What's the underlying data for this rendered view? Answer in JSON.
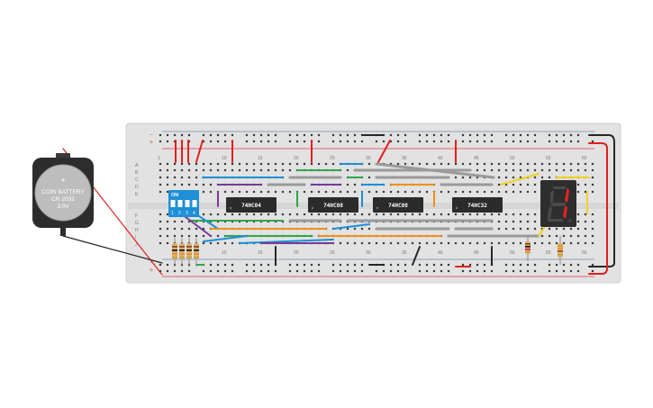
{
  "colors": {
    "board": "#e2e2e2",
    "board_edge": "#d0d0d0",
    "hole": "#3a3a3a",
    "rail_red": "#e03a3a",
    "rail_blue": "#6a8fc4",
    "chip": "#2b2b2b",
    "chip_text": "#ffffff",
    "dip_switch": "#1e8fd8",
    "display_body": "#2e2e2e",
    "segment_on": "#e02424",
    "segment_off": "#4a4a4a",
    "battery_holder": "#2d2d2d",
    "battery_cell": "#bdbdbd",
    "wire_red": "#e02020",
    "wire_black": "#262626",
    "wire_green": "#2ea84a",
    "wire_blue": "#1b8fd6",
    "wire_orange": "#f09018",
    "wire_purple": "#7a3a9a",
    "wire_yellow": "#f0d020",
    "wire_gray": "#9a9a9a",
    "resistor_body": "#d8b078"
  },
  "battery": {
    "plus": "+",
    "line1": "COIN BATTERY",
    "line2": "CR 2032",
    "line3": "3.0V"
  },
  "chips": [
    {
      "part": "74HC04"
    },
    {
      "part": "74HC08"
    },
    {
      "part": "74HC08"
    },
    {
      "part": "74HC32"
    }
  ],
  "dip_switch": {
    "on_label": "ON",
    "numbers": [
      "1",
      "2",
      "3",
      "4"
    ]
  },
  "breadboard": {
    "column_numbers": [
      "1",
      "10",
      "15",
      "20",
      "25",
      "30",
      "35",
      "40",
      "45",
      "50",
      "55",
      "60"
    ],
    "top_rows": [
      "A",
      "B",
      "C",
      "D",
      "E"
    ],
    "bottom_rows": [
      "F",
      "G",
      "H",
      "I",
      "J"
    ],
    "rail_signs": [
      "−",
      "+",
      "−",
      "+"
    ]
  },
  "display": {
    "lit_segments": [
      "b",
      "c"
    ]
  }
}
